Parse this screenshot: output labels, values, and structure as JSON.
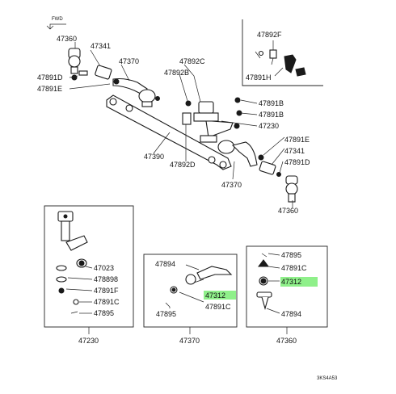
{
  "fwd_label": "FWD",
  "diagram_code": "3KS4A53",
  "colors": {
    "highlight": "#8ff08a",
    "ink": "#1a1a1a"
  },
  "main_callouts": {
    "c47360_top": "47360",
    "c47341_left": "47341",
    "c47370_top": "47370",
    "c47891d_left": "47891D",
    "c47891e_left": "47891E",
    "c47892c": "47892C",
    "c47892b": "47892B",
    "c47891b_a": "47891B",
    "c47891b_b": "47891B",
    "c47230": "47230",
    "c47891e_right": "47891E",
    "c47341_right": "47341",
    "c47891d_right": "47891D",
    "c47390": "47390",
    "c47892d": "47892D",
    "c47370_bottom": "47370",
    "c47360_bottom": "47360"
  },
  "inset_top_right": {
    "c47892f": "47892F",
    "c47891h": "47891H"
  },
  "box_47230": {
    "title": "47230",
    "items": [
      "47023",
      "478898",
      "47891F",
      "47891C",
      "47895"
    ]
  },
  "box_47370": {
    "title": "47370",
    "items": [
      "47894",
      "47312",
      "47891C",
      "47895"
    ]
  },
  "box_47360": {
    "title": "47360",
    "items": [
      "47895",
      "47891C",
      "47312",
      "47894"
    ]
  }
}
